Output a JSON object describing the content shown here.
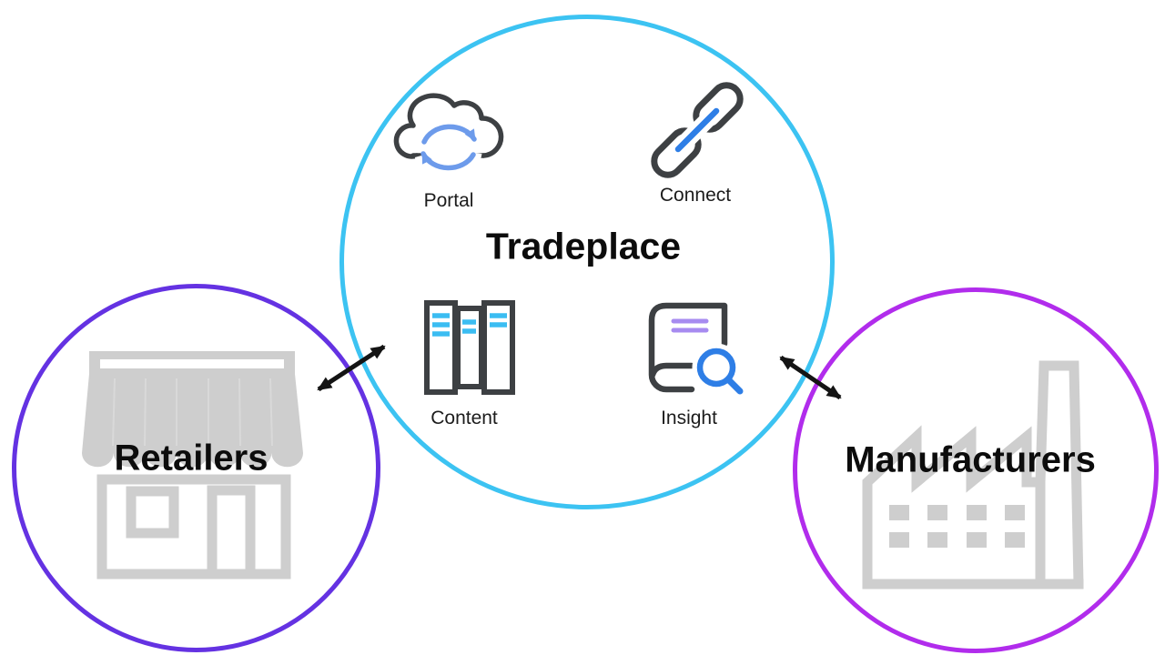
{
  "diagram": {
    "center": {
      "title": "Tradeplace",
      "features": [
        {
          "label": "Portal",
          "icon": "cloud-sync-icon"
        },
        {
          "label": "Connect",
          "icon": "link-icon"
        },
        {
          "label": "Content",
          "icon": "books-icon"
        },
        {
          "label": "Insight",
          "icon": "book-search-icon"
        }
      ]
    },
    "left": {
      "title": "Retailers",
      "icon": "storefront-icon"
    },
    "right": {
      "title": "Manufacturers",
      "icon": "factory-icon"
    },
    "connections": [
      {
        "from": "Retailers",
        "to": "Tradeplace",
        "type": "double-headed-arrow"
      },
      {
        "from": "Tradeplace",
        "to": "Manufacturers",
        "type": "double-headed-arrow"
      }
    ],
    "colors": {
      "tradeplace_circle": "#3cc3f2",
      "retailers_circle": "#6432e2",
      "manufacturers_circle": "#b12cec",
      "icon_dark": "#3d4043",
      "icon_blue": "#6d9beb",
      "icon_link_blue": "#2e7ee6",
      "icon_cyan": "#3bbdf2",
      "icon_purple": "#a78bf0",
      "icon_gray": "#cecece",
      "arrow": "#141414",
      "text": "#0c0c0c"
    }
  }
}
